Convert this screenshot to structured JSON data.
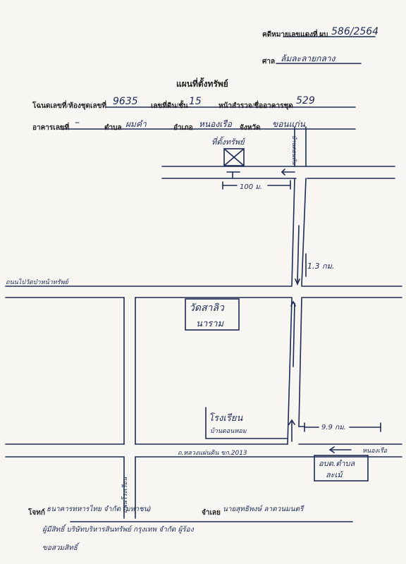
{
  "header": {
    "case_label": "คดีหมายเลขแดงที่ ผบ",
    "case_number": "586/2564",
    "court_label": "ศาล",
    "court_name": "ล้มละลายกลาง",
    "title": "แผนที่ตั้งทรัพย์"
  },
  "fields": {
    "deed_label": "โฉนดเลขที่/ห้องชุดเลขที่",
    "deed_value": "9635",
    "land_no_label": "เลขที่ดิน/ชั้น",
    "land_no_value": "15",
    "survey_label": "หน้าสำรวจ/ชื่ออาคารชุด",
    "survey_value": "529",
    "building_label": "อาคารเลขที่",
    "building_value": "–",
    "subdistrict_label": "ตำบล",
    "subdistrict_value": "ผมคำ",
    "district_label": "อำเภอ",
    "district_value": "หนองเรือ",
    "province_label": "จังหวัด",
    "province_value": "ขอนแก่น"
  },
  "map": {
    "property_label": "ที่ตั้งทรัพย์",
    "road_top_label": "บ้านดอนหัน",
    "dist_100m": "100 ม.",
    "dist_13km": "1.3 กม.",
    "road_left_label": "ถนนไปวัดป่าหน้าทรัพย์",
    "temple_line1": "วัดสาลิว",
    "temple_line2": "นาราม",
    "school_line1": "โรงเรียน",
    "school_line2": "บ้านดอนหอม",
    "dist_99km": "9.9 กม.",
    "to_nongruea": "หนองเรือ",
    "highway_label": "ถ.หลวงแผ่นดิน ขก.2013",
    "village_road_label": "ถนนโรงเรียน",
    "admin_line1": "อบต.ตำบล",
    "admin_line2": "ละเม้"
  },
  "footer": {
    "plaintiff_label": "โจทก์",
    "plaintiff_value": "ธนาคารทหารไทย จำกัด (มหาชน)",
    "defendant_label": "จำเลย",
    "defendant_value": "นายสุทธิพงษ์ ลาดวนมนตรี",
    "note_line1": "ผู้มีสิทธิ์ บริษัทบริหารสินทรัพย์ กรุงเทพ จำกัด ผู้ร้อง",
    "note_line2": "ขอสวมสิทธิ์"
  },
  "colors": {
    "ink": "#1f2a55",
    "print": "#222222",
    "paper": "#f7f6f2"
  }
}
